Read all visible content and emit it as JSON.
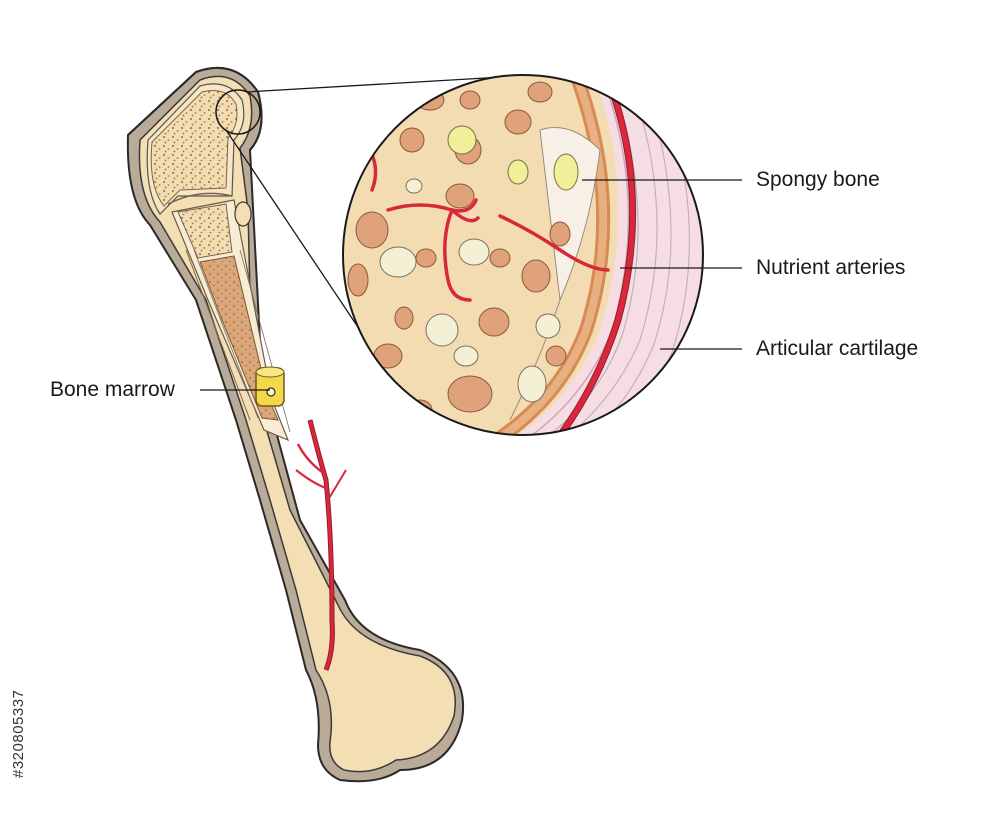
{
  "labels": {
    "spongy_bone": "Spongy bone",
    "nutrient_arteries": "Nutrient arteries",
    "articular_cartilage": "Articular cartilage",
    "bone_marrow": "Bone marrow"
  },
  "watermark": {
    "stock_id": "#320805337"
  },
  "colors": {
    "bone": "#f4dfb4",
    "bone_shadow": "#b9ab98",
    "spongy_fill": "#f2dcb2",
    "spongy_dots": "#b08a5a",
    "marrow": "#d9a57c",
    "artery": "#d8283c",
    "cartilage_pink": "#f3c9d2",
    "pore_orange": "#e0a27a",
    "pore_cream": "#f4f0d6",
    "yellow_marrow": "#f5d84a"
  }
}
